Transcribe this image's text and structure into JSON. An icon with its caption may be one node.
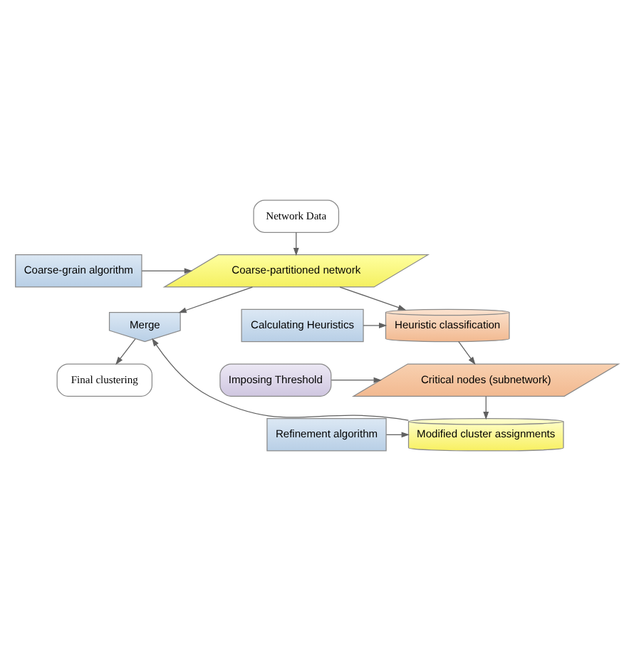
{
  "diagram": {
    "nodes": [
      {
        "text": [
          "Network Data"
        ]
      },
      {
        "text": [
          "Coarse-grain algorithm"
        ]
      },
      {
        "text": [
          "Coarse-partitioned network"
        ]
      },
      {
        "text": [
          "Calculating Heuristics"
        ]
      },
      {
        "text": [
          "Heuristic classification"
        ]
      },
      {
        "text": [
          "Merge"
        ]
      },
      {
        "text": [
          "Imposing Threshold"
        ]
      },
      {
        "text": [
          "Critical nodes (subnetwork)"
        ]
      },
      {
        "text": [
          "Refinement algorithm"
        ]
      },
      {
        "text": [
          "Modified cluster assignments"
        ]
      },
      {
        "text": [
          "Final clustering"
        ]
      }
    ],
    "edges": [
      {
        "from": 0,
        "to": 2,
        "arrow": "to"
      },
      {
        "from": 1,
        "to": 2,
        "arrow": "to"
      },
      {
        "from": 2,
        "to": 4,
        "arrow": "to"
      },
      {
        "from": 3,
        "to": 4,
        "arrow": "to"
      },
      {
        "from": 2,
        "to": 5,
        "arrow": "to"
      },
      {
        "from": 9,
        "to": 5,
        "arrow": "to"
      },
      {
        "from": 4,
        "to": 7,
        "arrow": "to"
      },
      {
        "from": 6,
        "to": 7,
        "arrow": "to"
      },
      {
        "from": 7,
        "to": 9,
        "arrow": "to"
      },
      {
        "from": 8,
        "to": 9,
        "arrow": "to"
      },
      {
        "from": 5,
        "to": 10,
        "arrow": "to"
      }
    ]
  }
}
